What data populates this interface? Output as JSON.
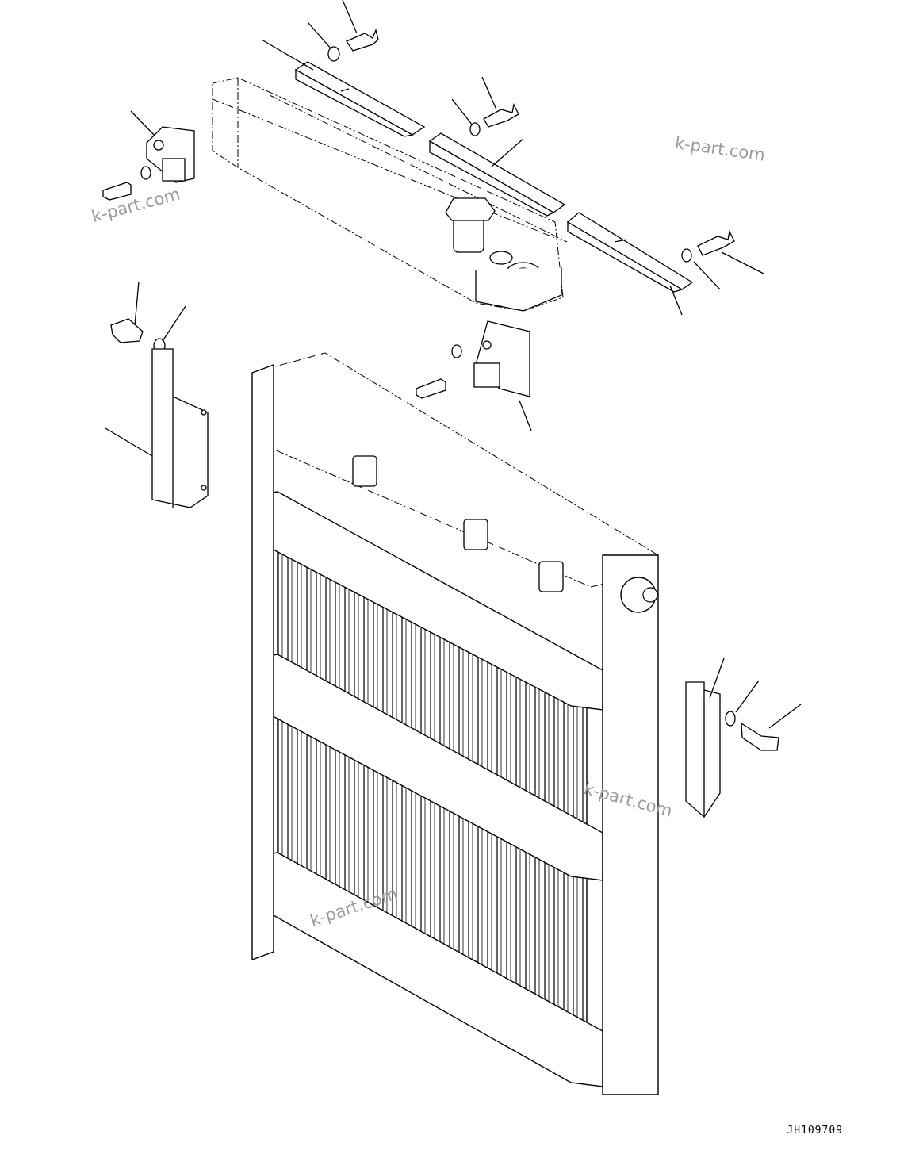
{
  "watermarks": [
    "k-part.com",
    "k-part.com",
    "k-part.com",
    "k-part.com"
  ],
  "drawing_code": "JH109709",
  "colors": {
    "line": "#000000",
    "watermark": "#9a9a9a",
    "background": "#ffffff"
  }
}
